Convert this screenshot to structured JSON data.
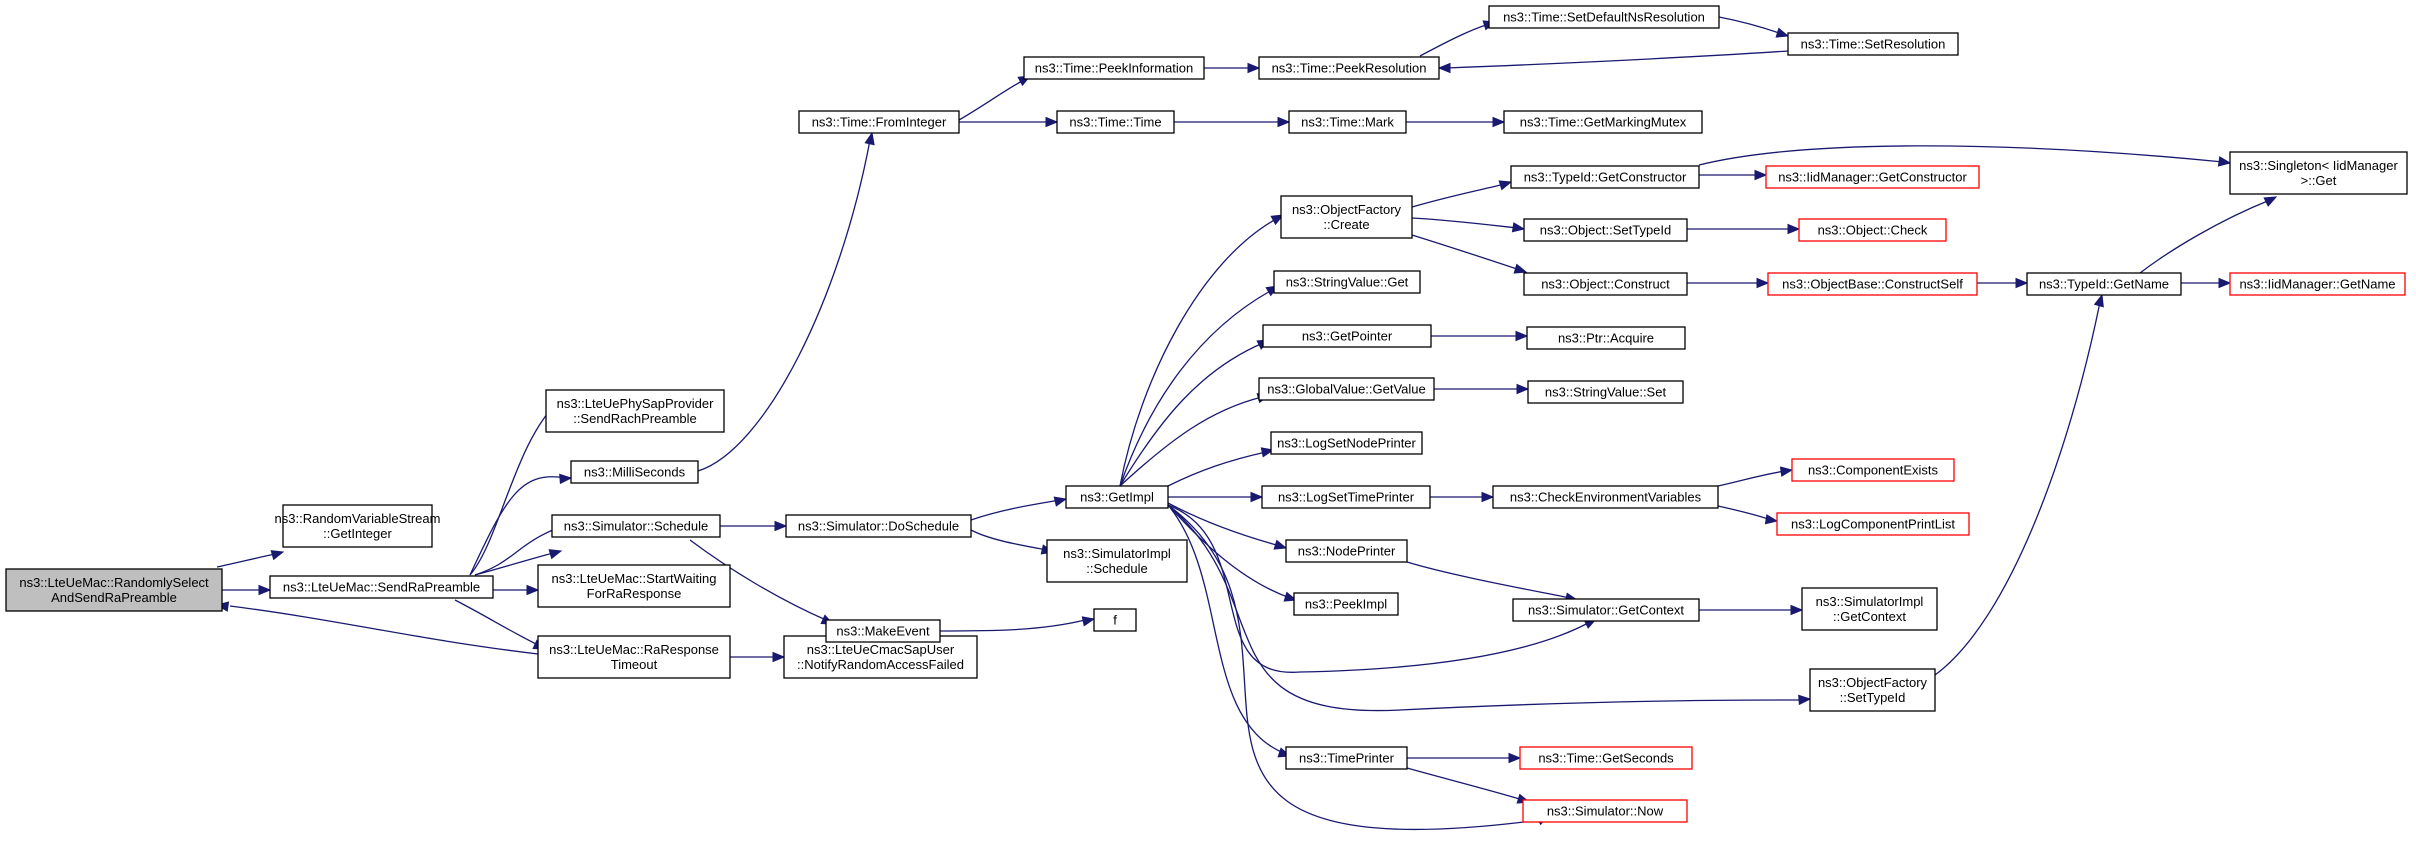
{
  "colors": {
    "edge": "#191970",
    "border_default": "#000000",
    "border_red": "#ff0000",
    "fill_root": "#bfbfbf",
    "fill_default": "#ffffff"
  },
  "nodes": [
    {
      "id": "root",
      "lines": [
        "ns3::LteUeMac::RandomlySelect",
        "AndSendRaPreamble"
      ],
      "style": "root"
    },
    {
      "id": "rvs",
      "lines": [
        "ns3::RandomVariableStream",
        "::GetInteger"
      ],
      "style": "black"
    },
    {
      "id": "sendra",
      "lines": [
        "ns3::LteUeMac::SendRaPreamble"
      ],
      "style": "black"
    },
    {
      "id": "phy",
      "lines": [
        "ns3::LteUePhySapProvider",
        "::SendRachPreamble"
      ],
      "style": "black"
    },
    {
      "id": "milli",
      "lines": [
        "ns3::MilliSeconds"
      ],
      "style": "black"
    },
    {
      "id": "sched",
      "lines": [
        "ns3::Simulator::Schedule"
      ],
      "style": "black"
    },
    {
      "id": "startwait",
      "lines": [
        "ns3::LteUeMac::StartWaiting",
        "ForRaResponse"
      ],
      "style": "black"
    },
    {
      "id": "rarespto",
      "lines": [
        "ns3::LteUeMac::RaResponse",
        "Timeout"
      ],
      "style": "black"
    },
    {
      "id": "notify",
      "lines": [
        "ns3::LteUeCmacSapUser",
        "::NotifyRandomAccessFailed"
      ],
      "style": "black"
    },
    {
      "id": "dosched",
      "lines": [
        "ns3::Simulator::DoSchedule"
      ],
      "style": "black"
    },
    {
      "id": "makeevent",
      "lines": [
        "ns3::MakeEvent"
      ],
      "style": "black"
    },
    {
      "id": "f",
      "lines": [
        "f"
      ],
      "style": "black"
    },
    {
      "id": "fromint",
      "lines": [
        "ns3::Time::FromInteger"
      ],
      "style": "black"
    },
    {
      "id": "peekinfo",
      "lines": [
        "ns3::Time::PeekInformation"
      ],
      "style": "black"
    },
    {
      "id": "timetime",
      "lines": [
        "ns3::Time::Time"
      ],
      "style": "black"
    },
    {
      "id": "peekres",
      "lines": [
        "ns3::Time::PeekResolution"
      ],
      "style": "black"
    },
    {
      "id": "setdefns",
      "lines": [
        "ns3::Time::SetDefaultNsResolution"
      ],
      "style": "black"
    },
    {
      "id": "setres",
      "lines": [
        "ns3::Time::SetResolution"
      ],
      "style": "black"
    },
    {
      "id": "mark",
      "lines": [
        "ns3::Time::Mark"
      ],
      "style": "black"
    },
    {
      "id": "getmarkmutex",
      "lines": [
        "ns3::Time::GetMarkingMutex"
      ],
      "style": "black"
    },
    {
      "id": "getimpl",
      "lines": [
        "ns3::GetImpl"
      ],
      "style": "black"
    },
    {
      "id": "simimplsched",
      "lines": [
        "ns3::SimulatorImpl",
        "::Schedule"
      ],
      "style": "black"
    },
    {
      "id": "ofcreate",
      "lines": [
        "ns3::ObjectFactory",
        "::Create"
      ],
      "style": "black"
    },
    {
      "id": "strvalget",
      "lines": [
        "ns3::StringValue::Get"
      ],
      "style": "black"
    },
    {
      "id": "getpointer",
      "lines": [
        "ns3::GetPointer"
      ],
      "style": "black"
    },
    {
      "id": "gvgetvalue",
      "lines": [
        "ns3::GlobalValue::GetValue"
      ],
      "style": "black"
    },
    {
      "id": "logsetnode",
      "lines": [
        "ns3::LogSetNodePrinter"
      ],
      "style": "black"
    },
    {
      "id": "logsettime",
      "lines": [
        "ns3::LogSetTimePrinter"
      ],
      "style": "black"
    },
    {
      "id": "nodeprinter",
      "lines": [
        "ns3::NodePrinter"
      ],
      "style": "black"
    },
    {
      "id": "peekimpl",
      "lines": [
        "ns3::PeekImpl"
      ],
      "style": "black"
    },
    {
      "id": "timeprinter",
      "lines": [
        "ns3::TimePrinter"
      ],
      "style": "black"
    },
    {
      "id": "tidgetctor",
      "lines": [
        "ns3::TypeId::GetConstructor"
      ],
      "style": "black"
    },
    {
      "id": "objsettid",
      "lines": [
        "ns3::Object::SetTypeId"
      ],
      "style": "black"
    },
    {
      "id": "objconstruct",
      "lines": [
        "ns3::Object::Construct"
      ],
      "style": "black"
    },
    {
      "id": "ptracquire",
      "lines": [
        "ns3::Ptr::Acquire"
      ],
      "style": "black"
    },
    {
      "id": "strvalset",
      "lines": [
        "ns3::StringValue::Set"
      ],
      "style": "black"
    },
    {
      "id": "checkenv",
      "lines": [
        "ns3::CheckEnvironmentVariables"
      ],
      "style": "black"
    },
    {
      "id": "simgetctx",
      "lines": [
        "ns3::Simulator::GetContext"
      ],
      "style": "black"
    },
    {
      "id": "ofsettid",
      "lines": [
        "ns3::ObjectFactory",
        "::SetTypeId"
      ],
      "style": "black"
    },
    {
      "id": "timegetsec",
      "lines": [
        "ns3::Time::GetSeconds"
      ],
      "style": "red"
    },
    {
      "id": "simnow",
      "lines": [
        "ns3::Simulator::Now"
      ],
      "style": "red"
    },
    {
      "id": "iidgetctor",
      "lines": [
        "ns3::IidManager::GetConstructor"
      ],
      "style": "red"
    },
    {
      "id": "objcheck",
      "lines": [
        "ns3::Object::Check"
      ],
      "style": "red"
    },
    {
      "id": "objbaseconstruct",
      "lines": [
        "ns3::ObjectBase::ConstructSelf"
      ],
      "style": "red"
    },
    {
      "id": "compexists",
      "lines": [
        "ns3::ComponentExists"
      ],
      "style": "red"
    },
    {
      "id": "logcomplist",
      "lines": [
        "ns3::LogComponentPrintList"
      ],
      "style": "red"
    },
    {
      "id": "simimplgetctx",
      "lines": [
        "ns3::SimulatorImpl",
        "::GetContext"
      ],
      "style": "black"
    },
    {
      "id": "tidgetname",
      "lines": [
        "ns3::TypeId::GetName"
      ],
      "style": "black"
    },
    {
      "id": "singleton",
      "lines": [
        "ns3::Singleton< IidManager",
        " >::Get"
      ],
      "style": "black"
    },
    {
      "id": "iidgetname",
      "lines": [
        "ns3::IidManager::GetName"
      ],
      "style": "red"
    }
  ]
}
